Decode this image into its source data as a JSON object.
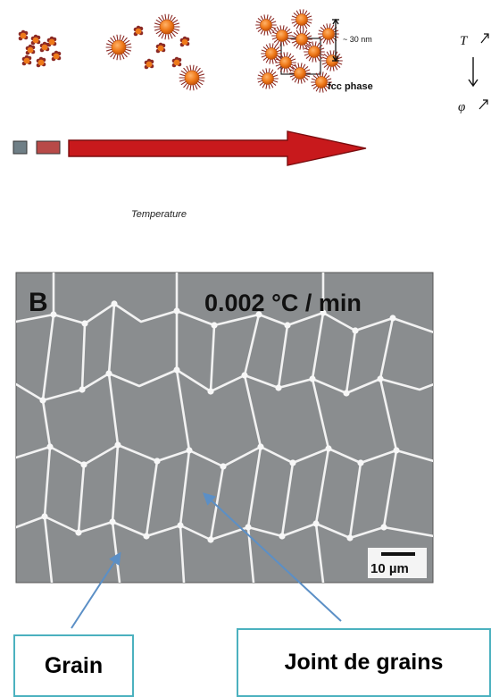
{
  "schematic": {
    "size_label": "~ 30 nm",
    "phase_label": "fcc phase",
    "t_label": "T",
    "phi_label": "φ",
    "axis_label": "Temperature",
    "colors": {
      "core": "#ef7a1a",
      "ligand": "#8b2a25",
      "arrow_fill": "#c8191c",
      "arrow_stroke": "#7a0d0f",
      "small_square": "#6f7f86",
      "large_rect": "#b84a48"
    }
  },
  "micrograph": {
    "panel_letter": "B",
    "rate": "0.002 °C / min",
    "scale_bar": "10 µm",
    "colors": {
      "background": "#8a8d8f",
      "grain_boundary": "#f2f2f2"
    }
  },
  "annotations": {
    "grain": "Grain",
    "grain_boundary": "Joint de grains",
    "box_border_color": "#4bb1bf",
    "pointer_color": "#5b8fc6"
  }
}
